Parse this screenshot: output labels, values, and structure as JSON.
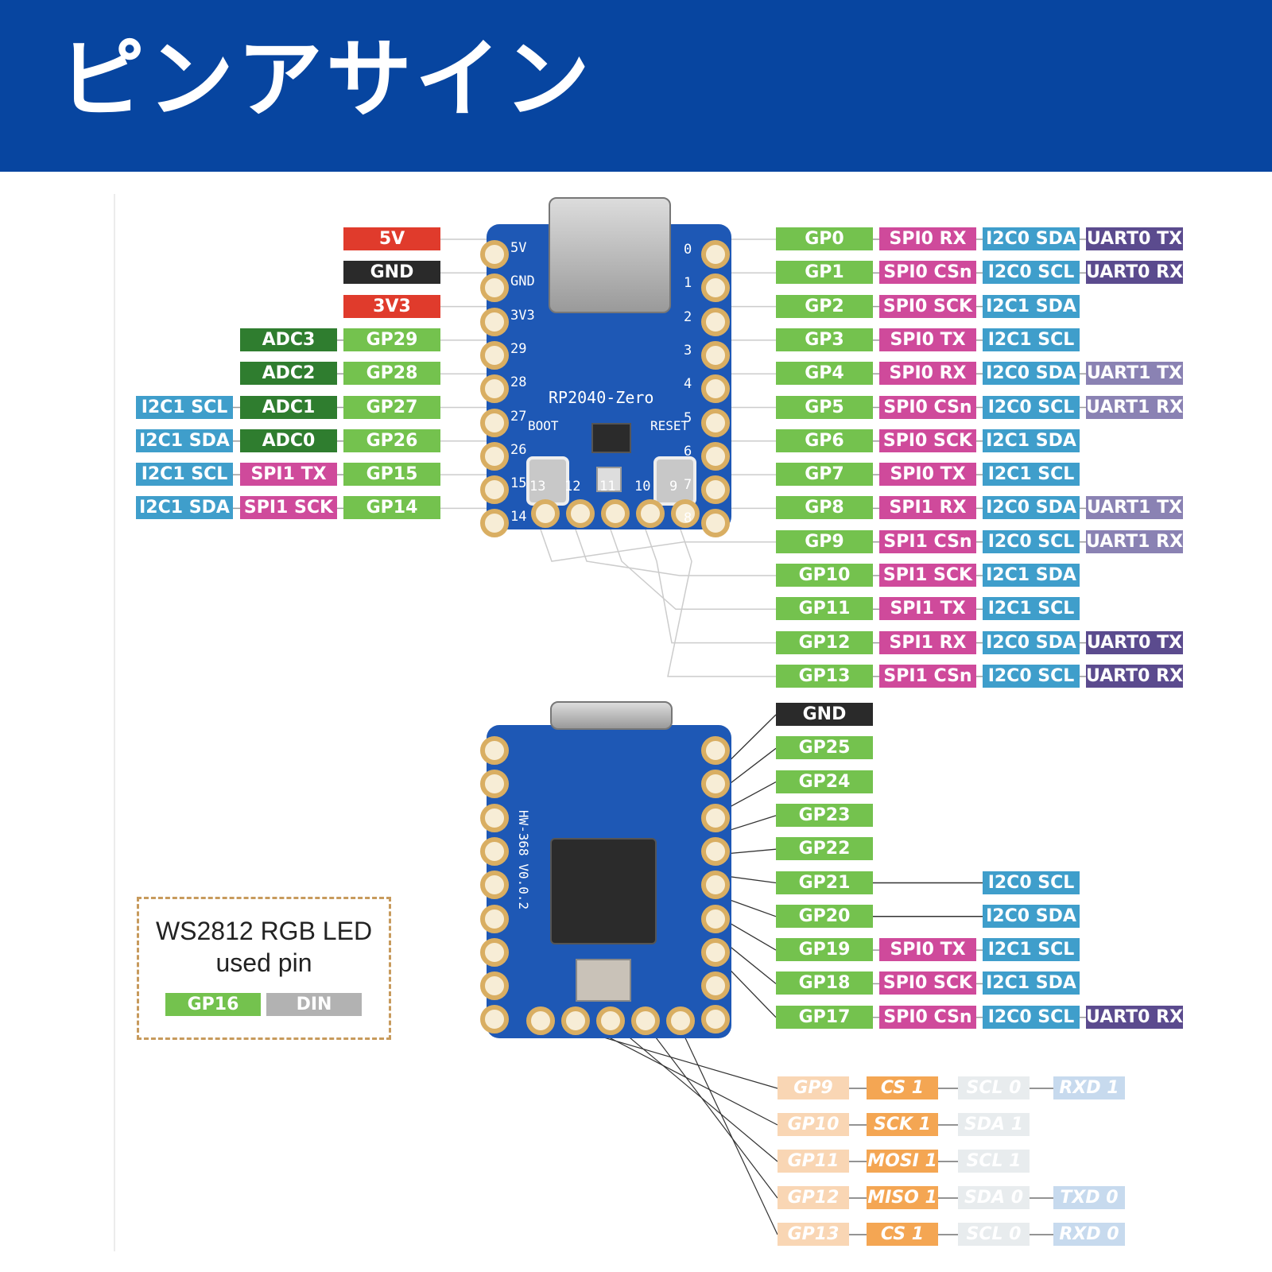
{
  "header": {
    "title": "ピンアサイン",
    "bg": "#0745a0"
  },
  "colors": {
    "power_red": "#e03b2c",
    "gnd_black": "#2a2a2a",
    "gpio_green": "#74c24e",
    "adc_darkgreen": "#2f7d2f",
    "spi_pink": "#cf4a9b",
    "i2c_blue": "#3f9ecb",
    "uart_purple": "#5b4b8e",
    "uart_faded_purple": "#8a82b3",
    "din_gray": "#b2b2b2",
    "alt_orange": "#f4a24a",
    "alt_peach": "#f9d4b0",
    "alt_ghost": "#e7ebee",
    "alt_ghost_blue": "#c5d9ee"
  },
  "top_board": {
    "name": "RP2040-Zero",
    "silk_left_pins": [
      "5V",
      "GND",
      "3V3",
      "29",
      "28",
      "27",
      "26",
      "15",
      "14"
    ],
    "silk_right_pins": [
      "0",
      "1",
      "2",
      "3",
      "4",
      "5",
      "6",
      "7",
      "8"
    ],
    "silk_bottom_pins": [
      "13",
      "12",
      "11",
      "10",
      "9"
    ],
    "boot_label": "BOOT",
    "reset_label": "RESET"
  },
  "left_pins": [
    {
      "labels": [
        "5V"
      ]
    },
    {
      "labels": [
        "GND"
      ]
    },
    {
      "labels": [
        "3V3"
      ]
    },
    {
      "labels": [
        "GP29",
        "ADC3"
      ]
    },
    {
      "labels": [
        "GP28",
        "ADC2"
      ]
    },
    {
      "labels": [
        "GP27",
        "ADC1",
        "I2C1 SCL"
      ]
    },
    {
      "labels": [
        "GP26",
        "ADC0",
        "I2C1 SDA"
      ]
    },
    {
      "labels": [
        "GP15",
        "SPI1 TX",
        "I2C1 SCL"
      ]
    },
    {
      "labels": [
        "GP14",
        "SPI1 SCK",
        "I2C1 SDA"
      ]
    }
  ],
  "right_pins": [
    {
      "labels": [
        "GP0",
        "SPI0 RX",
        "I2C0 SDA",
        "UART0 TX"
      ]
    },
    {
      "labels": [
        "GP1",
        "SPI0 CSn",
        "I2C0 SCL",
        "UART0 RX"
      ]
    },
    {
      "labels": [
        "GP2",
        "SPI0 SCK",
        "I2C1 SDA"
      ]
    },
    {
      "labels": [
        "GP3",
        "SPI0 TX",
        "I2C1 SCL"
      ]
    },
    {
      "labels": [
        "GP4",
        "SPI0 RX",
        "I2C0 SDA",
        "UART1 TX"
      ]
    },
    {
      "labels": [
        "GP5",
        "SPI0 CSn",
        "I2C0 SCL",
        "UART1 RX"
      ]
    },
    {
      "labels": [
        "GP6",
        "SPI0 SCK",
        "I2C1 SDA"
      ]
    },
    {
      "labels": [
        "GP7",
        "SPI0 TX",
        "I2C1 SCL"
      ]
    },
    {
      "labels": [
        "GP8",
        "SPI1 RX",
        "I2C0 SDA",
        "UART1 TX"
      ]
    },
    {
      "labels": [
        "GP9",
        "SPI1 CSn",
        "I2C0 SCL",
        "UART1 RX"
      ]
    },
    {
      "labels": [
        "GP10",
        "SPI1 SCK",
        "I2C1 SDA"
      ]
    },
    {
      "labels": [
        "GP11",
        "SPI1 TX",
        "I2C1 SCL"
      ]
    },
    {
      "labels": [
        "GP12",
        "SPI1 RX",
        "I2C0 SDA",
        "UART0 TX"
      ]
    },
    {
      "labels": [
        "GP13",
        "SPI1 CSn",
        "I2C0 SCL",
        "UART0 RX"
      ]
    }
  ],
  "bottom_board": {
    "name": "HW-368 V0.0.2"
  },
  "bottom_pins": [
    {
      "labels": [
        "GND"
      ]
    },
    {
      "labels": [
        "GP25"
      ]
    },
    {
      "labels": [
        "GP24"
      ]
    },
    {
      "labels": [
        "GP23"
      ]
    },
    {
      "labels": [
        "GP22"
      ]
    },
    {
      "labels": [
        "GP21",
        "I2C0 SCL"
      ]
    },
    {
      "labels": [
        "GP20",
        "I2C0 SDA"
      ]
    },
    {
      "labels": [
        "GP19",
        "SPI0 TX",
        "I2C1 SCL"
      ]
    },
    {
      "labels": [
        "GP18",
        "SPI0 SCK",
        "I2C1 SDA"
      ]
    },
    {
      "labels": [
        "GP17",
        "SPI0 CSn",
        "I2C0 SCL",
        "UART0 RX"
      ]
    }
  ],
  "alt_pins": [
    {
      "labels": [
        "GP9",
        "CS 1",
        "SCL 0",
        "RXD 1"
      ]
    },
    {
      "labels": [
        "GP10",
        "SCK 1",
        "SDA 1"
      ]
    },
    {
      "labels": [
        "GP11",
        "MOSI 1",
        "SCL 1"
      ]
    },
    {
      "labels": [
        "GP12",
        "MISO 1",
        "SDA 0",
        "TXD 0"
      ]
    },
    {
      "labels": [
        "GP13",
        "CS 1",
        "SCL 0",
        "RXD 0"
      ]
    }
  ],
  "led_box": {
    "title": "WS2812 RGB LED",
    "subtitle": "used pin",
    "pins": [
      "GP16",
      "DIN"
    ]
  }
}
